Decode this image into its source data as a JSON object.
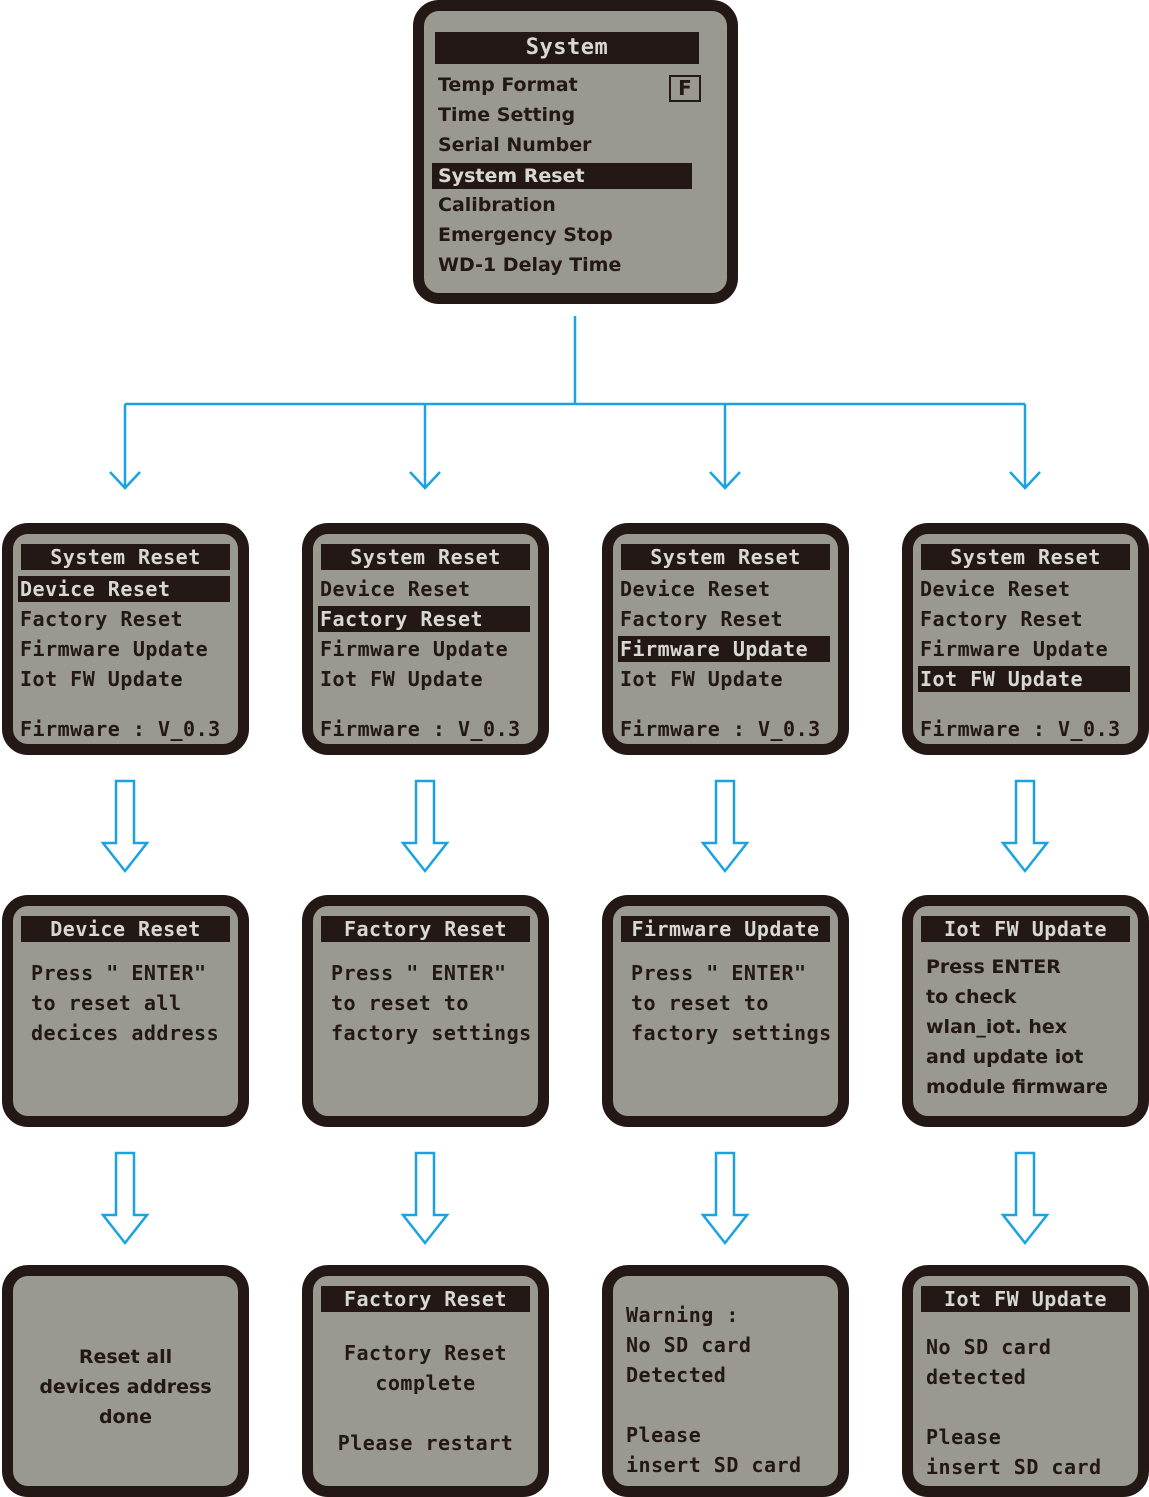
{
  "main_screen": {
    "title": "System",
    "items": [
      {
        "label": "Temp Format",
        "selected": false
      },
      {
        "label": "Time Setting",
        "selected": false
      },
      {
        "label": "Serial Number",
        "selected": false
      },
      {
        "label": "System Reset",
        "selected": true
      },
      {
        "label": "Calibration",
        "selected": false
      },
      {
        "label": "Emergency Stop",
        "selected": false
      },
      {
        "label": "WD-1 Delay Time",
        "selected": false
      }
    ],
    "temp_unit": "F"
  },
  "reset_menu": {
    "title": "System Reset",
    "items": [
      "Device Reset",
      "Factory Reset",
      "Firmware Update",
      "Iot FW Update"
    ],
    "firmware_label": "Firmware : V_0.3"
  },
  "confirm_screens": [
    {
      "title": "Device Reset",
      "lines": [
        "Press \" ENTER\"",
        "to reset all",
        "decices address"
      ]
    },
    {
      "title": "Factory Reset",
      "lines": [
        "Press \" ENTER\"",
        "to reset to",
        "factory settings"
      ]
    },
    {
      "title": "Firmware Update",
      "lines": [
        "Press \" ENTER\"",
        "to reset to",
        "factory settings"
      ]
    },
    {
      "title": "Iot FW Update",
      "lines": [
        "Press ENTER",
        "to check",
        "wlan_iot. hex",
        "and update iot",
        "module firmware"
      ]
    }
  ],
  "result_screens": [
    {
      "title": "",
      "lines": [
        "Reset all",
        "devices address",
        "done"
      ]
    },
    {
      "title": "Factory Reset",
      "lines": [
        "Factory Reset",
        "complete",
        "",
        "Please restart"
      ]
    },
    {
      "title": "",
      "lines": [
        "Warning :",
        "No SD card",
        "Detected",
        "",
        "Please",
        "insert SD card"
      ]
    },
    {
      "title": "Iot FW Update",
      "lines": [
        "No SD card",
        "detected",
        "",
        "Please",
        "insert SD card"
      ]
    }
  ],
  "colors": {
    "screen_bg": "#999891",
    "bezel": "#231815",
    "connector": "#1aa3e0"
  }
}
